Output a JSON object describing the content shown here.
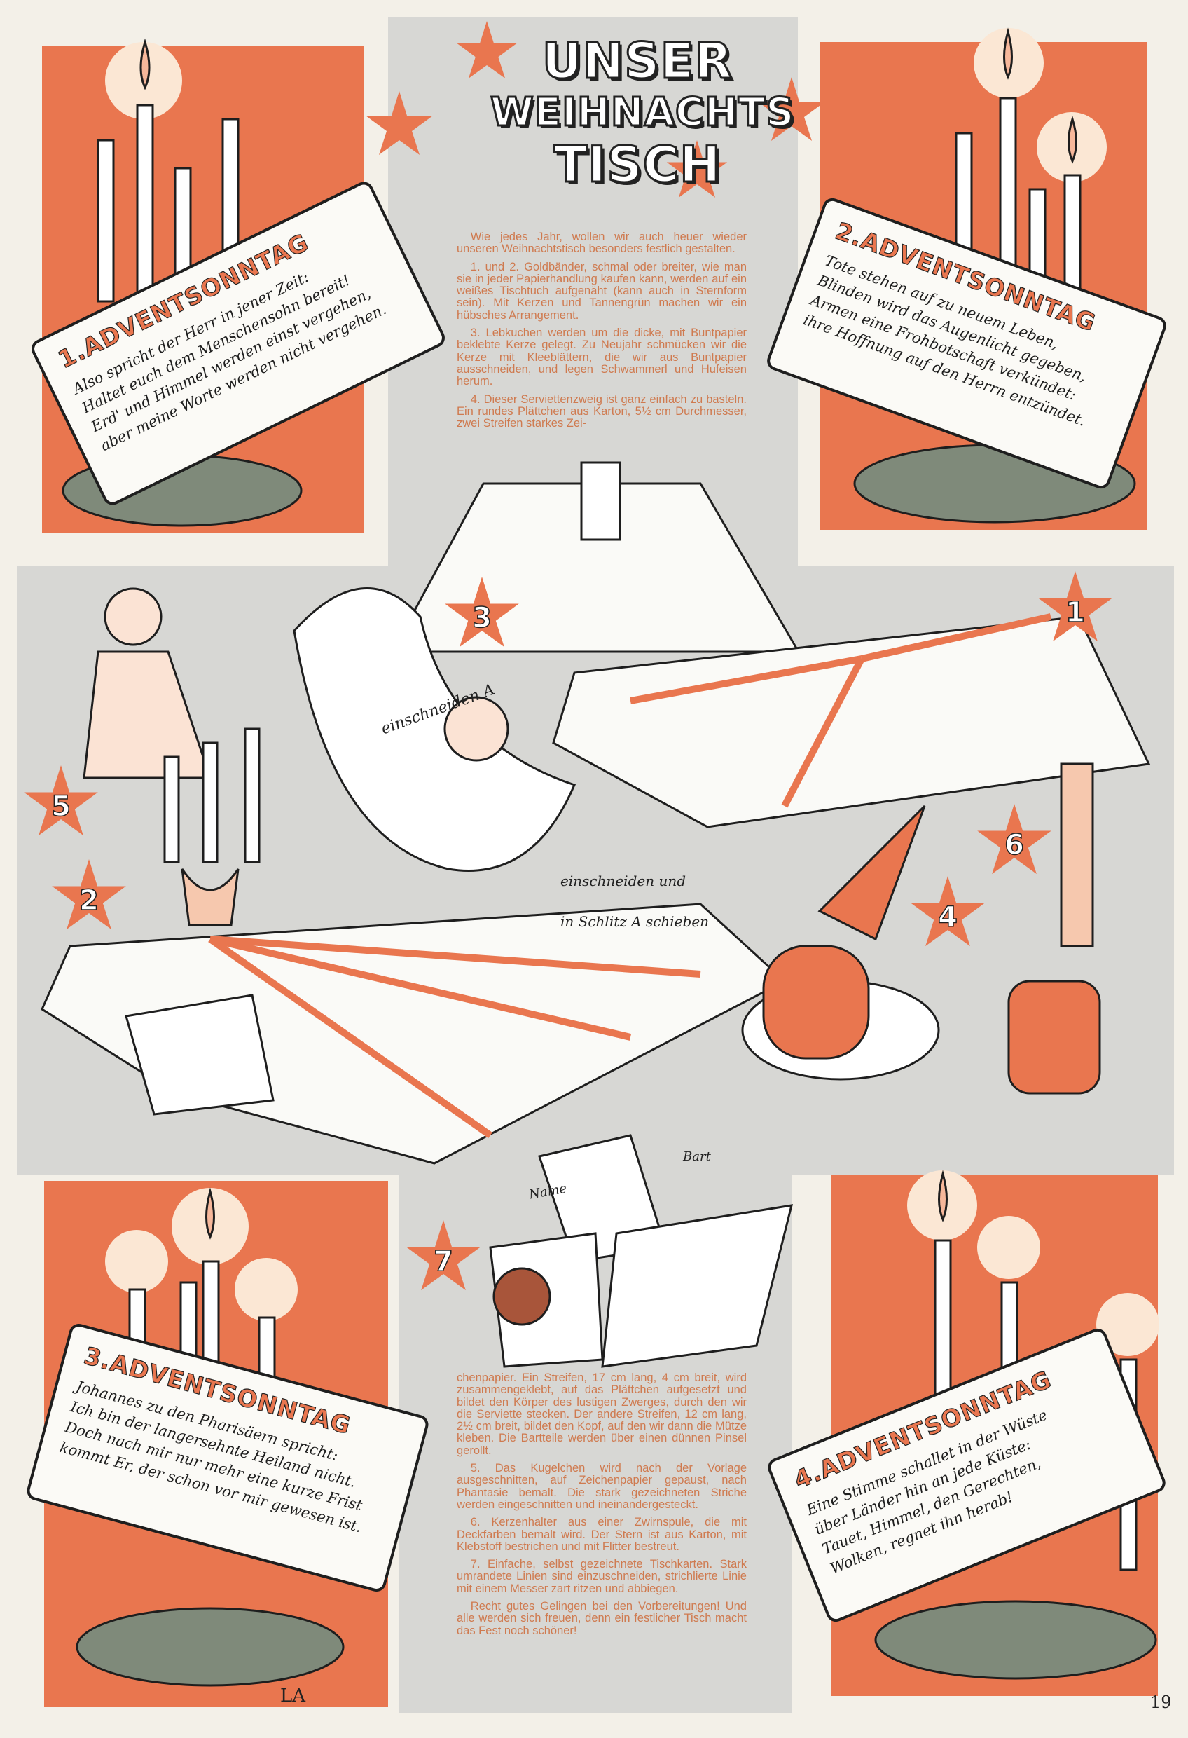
{
  "title": {
    "line1": "UNSER",
    "line2": "WEIHNACHTS",
    "line3": "TISCH"
  },
  "intro_text": [
    "Wie jedes Jahr, wollen wir auch heuer wieder unseren Weihnachtstisch besonders festlich gestalten.",
    "1. und 2. Goldbänder, schmal oder breiter, wie man sie in jeder Papierhandlung kaufen kann, werden auf ein weißes Tischtuch aufgenäht (kann auch in Sternform sein). Mit Kerzen und Tannengrün machen wir ein hübsches Arrangement.",
    "3. Lebkuchen werden um die dicke, mit Buntpapier beklebte Kerze gelegt. Zu Neujahr schmücken wir die Kerze mit Kleeblättern, die wir aus Buntpapier ausschneiden, und legen Schwammerl und Hufeisen herum.",
    "4. Dieser Serviettenzweig ist ganz einfach zu basteln. Ein rundes Plättchen aus Karton, 5½ cm Durchmesser, zwei Streifen starkes Zei-"
  ],
  "continued_text": [
    "chenpapier. Ein Streifen, 17 cm lang, 4 cm breit, wird zusammengeklebt, auf das Plättchen aufgesetzt und bildet den Körper des lustigen Zwerges, durch den wir die Serviette stecken. Der andere Streifen, 12 cm lang, 2½ cm breit, bildet den Kopf, auf den wir dann die Mütze kleben. Die Bartteile werden über einen dünnen Pinsel gerollt.",
    "5. Das Kugelchen wird nach der Vorlage ausgeschnitten, auf Zeichenpapier gepaust, nach Phantasie bemalt. Die stark gezeichneten Striche werden eingeschnitten und ineinandergesteckt.",
    "6. Kerzenhalter aus einer Zwirnspule, die mit Deckfarben bemalt wird. Der Stern ist aus Karton, mit Klebstoff bestrichen und mit Flitter bestreut.",
    "7. Einfache, selbst gezeichnete Tischkarten. Stark umrandete Linien sind einzuschneiden, strichlierte Linie mit einem Messer zart ritzen und abbiegen.",
    "Recht gutes Gelingen bei den Vorbereitungen! Und alle werden sich freuen, denn ein festlicher Tisch macht das Fest noch schöner!"
  ],
  "scrolls": [
    {
      "heading": "1.ADVENTSONNTAG",
      "lines": [
        "Also spricht der Herr in jener Zeit:",
        "Haltet euch dem Menschensohn bereit!",
        "Erd' und Himmel werden einst vergehen,",
        "aber meine Worte werden nicht vergehen."
      ]
    },
    {
      "heading": "2.ADVENTSONNTAG",
      "lines": [
        "Tote stehen auf zu neuem Leben,",
        "Blinden wird das Augenlicht gegeben,",
        "Armen eine Frohbotschaft verkündet:",
        "ihre Hoffnung auf den Herrn entzündet."
      ]
    },
    {
      "heading": "3.ADVENTSONNTAG",
      "lines": [
        "Johannes zu den Pharisäern spricht:",
        "Ich bin der langersehnte Heiland nicht.",
        "Doch nach mir nur mehr eine kurze Frist",
        "kommt Er, der schon vor mir gewesen ist."
      ]
    },
    {
      "heading": "4.ADVENTSONNTAG",
      "lines": [
        "Eine Stimme schallet in der Wüste",
        "über Länder hin an jede Küste:",
        "Tauet, Himmel, den Gerechten,",
        "Wolken, regnet ihn herab!"
      ]
    }
  ],
  "item_numbers": [
    "1",
    "2",
    "3",
    "4",
    "5",
    "6",
    "7"
  ],
  "annotations": {
    "cut_a": "einschneiden A",
    "cut_slot_1": "einschneiden und",
    "cut_slot_2": "in Schlitz A schieben",
    "beard": "Bart",
    "name": "Name"
  },
  "signature": "LA",
  "page_number": "19",
  "colors": {
    "orange": "#e9764f",
    "grey": "#d7d7d4",
    "text": "#cf7a4f"
  }
}
